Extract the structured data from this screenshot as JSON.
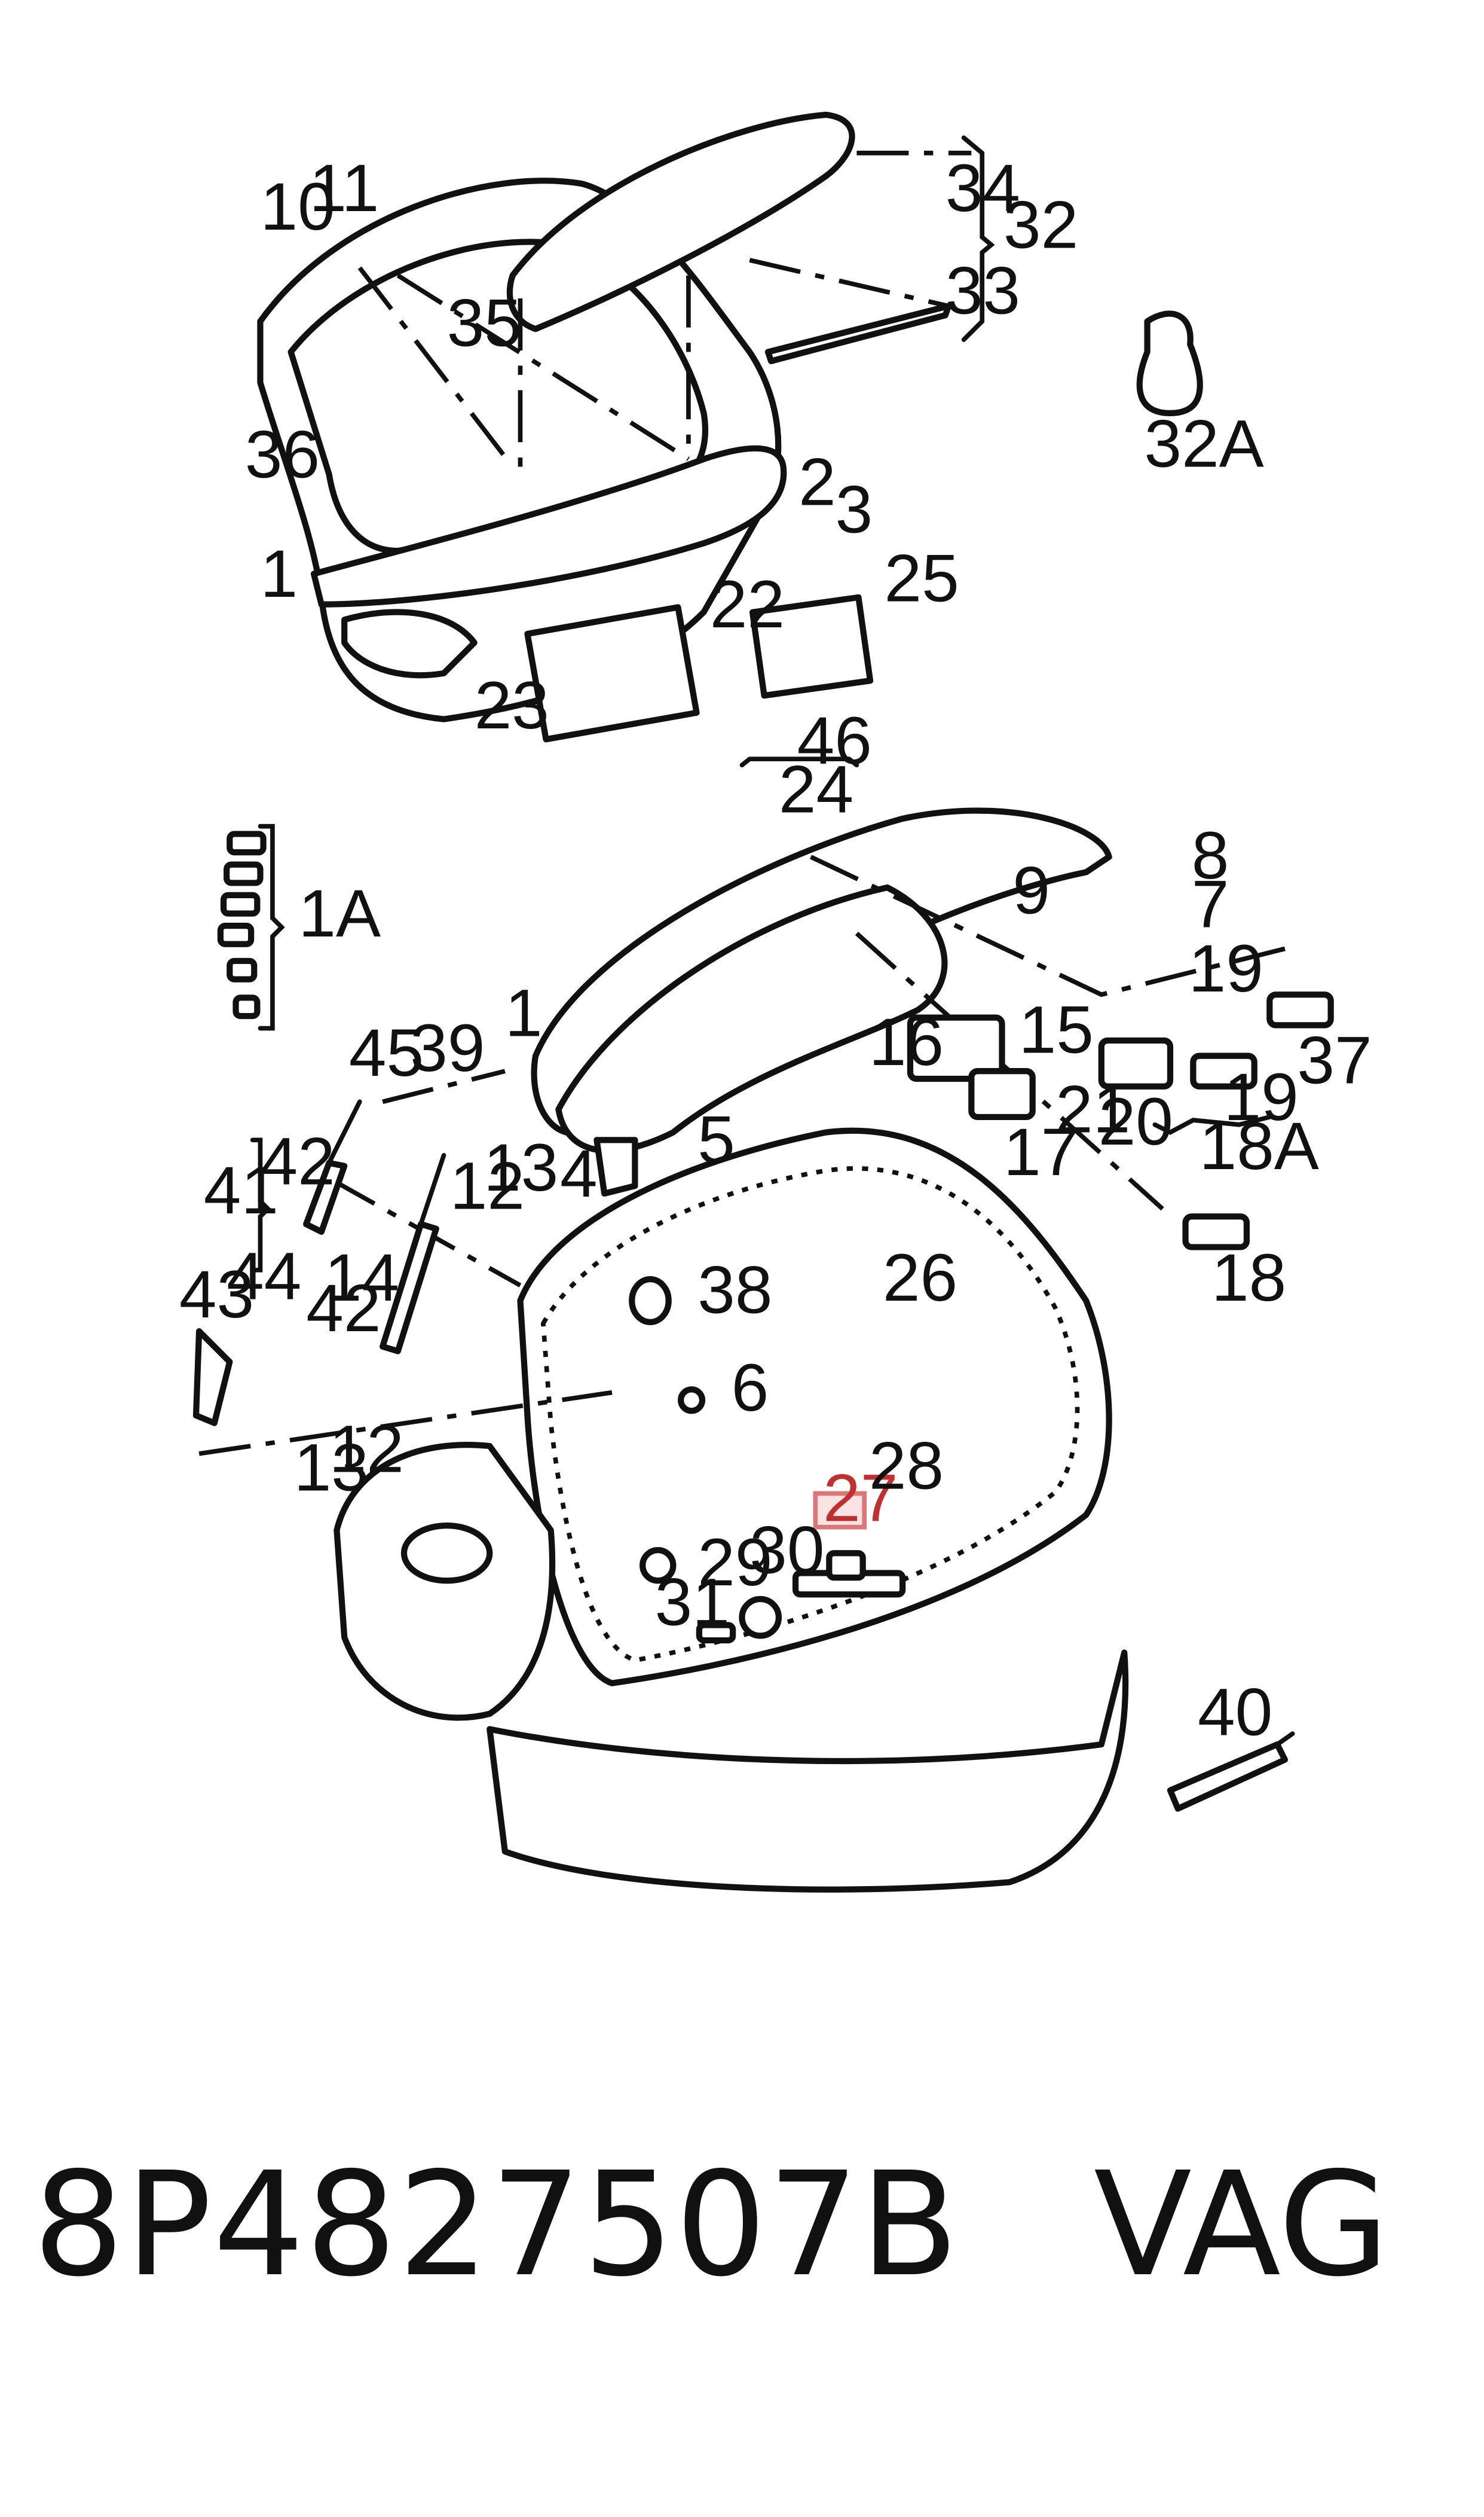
{
  "callouts": {
    "c1": "1",
    "c1a": "1A",
    "c2": "2",
    "c3": "3",
    "c4": "4",
    "c5": "5",
    "c6": "6",
    "c7": "7",
    "c8": "8",
    "c9": "9",
    "c10": "10",
    "c11": "11",
    "c12": "12",
    "c13": "13",
    "c14": "14",
    "c15": "15",
    "c16": "16",
    "c17": "17",
    "c18": "18",
    "c18a": "18A",
    "c19": "19",
    "c20": "20",
    "c21": "21",
    "c22": "22",
    "c23": "23",
    "c24": "24",
    "c25": "25",
    "c26": "26",
    "c27": "27",
    "c28": "28",
    "c29": "29",
    "c30": "30",
    "c31": "31",
    "c32": "32",
    "c32a": "32A",
    "c33": "33",
    "c34": "34",
    "c35": "35",
    "c36": "36",
    "c37": "37",
    "c38": "38",
    "c39": "39",
    "c40": "40",
    "c41": "41",
    "c42": "42",
    "c43": "43",
    "c44": "44",
    "c45": "45",
    "c46": "46"
  },
  "highlighted_callout": "27",
  "highlight_color": "#c03030",
  "part_number": "8P4827507B",
  "brand": "VAG"
}
